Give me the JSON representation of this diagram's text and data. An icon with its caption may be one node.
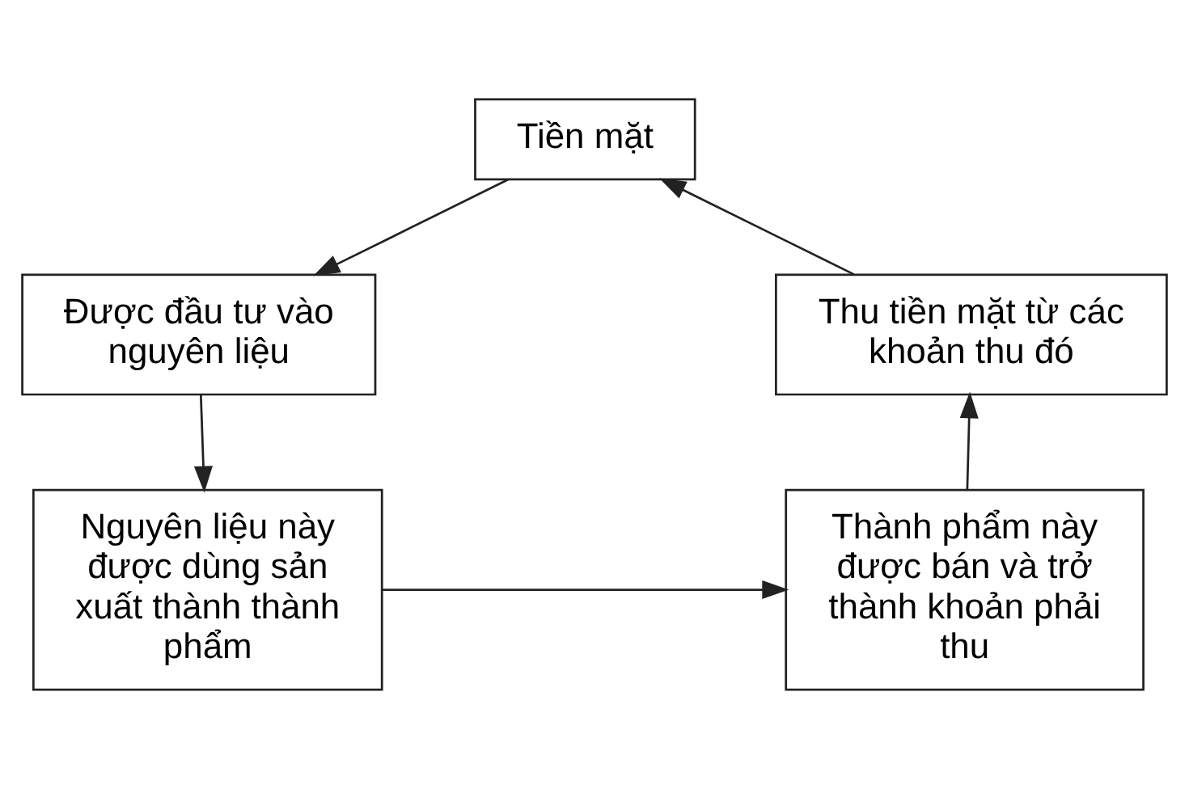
{
  "diagram": {
    "nodes": [
      {
        "text": [
          "Tiền mặt"
        ]
      },
      {
        "text": [
          "Được đầu tư vào nguyên liệu"
        ]
      },
      {
        "text": [
          "Nguyên liệu này được dùng sản xuất thành thành phẩm"
        ]
      },
      {
        "text": [
          "Thành phẩm này được bán và trở thành khoản phải thu"
        ]
      },
      {
        "text": [
          "Thu tiền mặt từ các khoản thu đó"
        ]
      }
    ],
    "edges": [
      {
        "from": 0,
        "to": 1,
        "arrow": "to"
      },
      {
        "from": 1,
        "to": 2,
        "arrow": "to"
      },
      {
        "from": 2,
        "to": 3,
        "arrow": "to"
      },
      {
        "from": 3,
        "to": 4,
        "arrow": "to"
      },
      {
        "from": 4,
        "to": 0,
        "arrow": "to"
      }
    ]
  }
}
